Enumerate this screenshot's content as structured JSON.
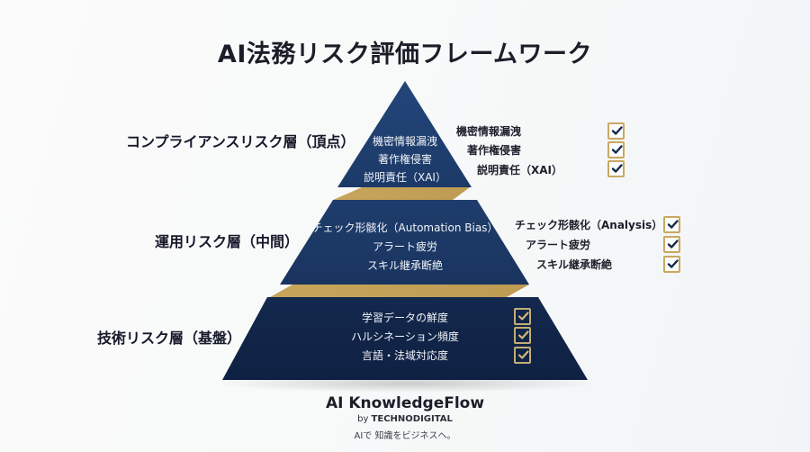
{
  "title": "AI法務リスク評価フレームワーク",
  "colors": {
    "navy_top": "#1e3c6a",
    "navy_middle": "#1c3863",
    "navy_bottom": "#12264a",
    "gold": "#c3a258",
    "check_navy": "#14284a",
    "check_gold": "#d3b878"
  },
  "layers": [
    {
      "label": "コンプライアンスリスク層（頂点）",
      "items": [
        "機密情報漏洩",
        "著作権侵害",
        "説明責任（XAI）"
      ],
      "checklist": [
        "機密情報漏洩",
        "著作権侵害",
        "説明責任（XAI）"
      ]
    },
    {
      "label": "運用リスク層（中間）",
      "items": [
        "チェック形骸化（Automation Bias）",
        "アラート疲労",
        "スキル継承断絶"
      ],
      "checklist": [
        "チェック形骸化（Analysis）",
        "アラート疲労",
        "スキル継承断絶"
      ]
    },
    {
      "label": "技術リスク層（基盤）",
      "items": [
        "学習データの鮮度",
        "ハルシネーション頻度",
        "言語・法域対応度"
      ]
    }
  ],
  "footer": {
    "brand": "AI KnowledgeFlow",
    "by_prefix": "by ",
    "by_company": "TECHNODIGITAL",
    "tagline": "AIで 知識をビジネスへ。"
  },
  "icons": {
    "checkbox": "checked-checkbox-icon"
  }
}
